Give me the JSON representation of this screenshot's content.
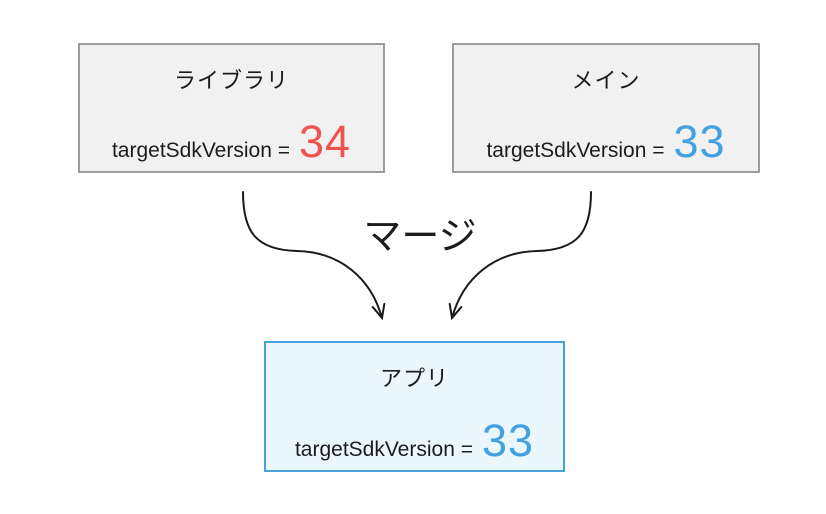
{
  "merge_label": "マージ",
  "colors": {
    "red": "#ef5350",
    "blue": "#42a1e0",
    "box_gray_bg": "#f1f1f1",
    "box_gray_border": "#9c9c9c",
    "box_blue_bg": "#eaf7fd",
    "box_blue_border": "#46a2d9",
    "arrow": "#1a1a1a",
    "text": "#1c1c1e"
  },
  "boxes": {
    "library": {
      "title": "ライブラリ",
      "label": "targetSdkVersion =",
      "value": "34"
    },
    "main": {
      "title": "メイン",
      "label": "targetSdkVersion =",
      "value": "33"
    },
    "app": {
      "title": "アプリ",
      "label": "targetSdkVersion =",
      "value": "33"
    }
  }
}
